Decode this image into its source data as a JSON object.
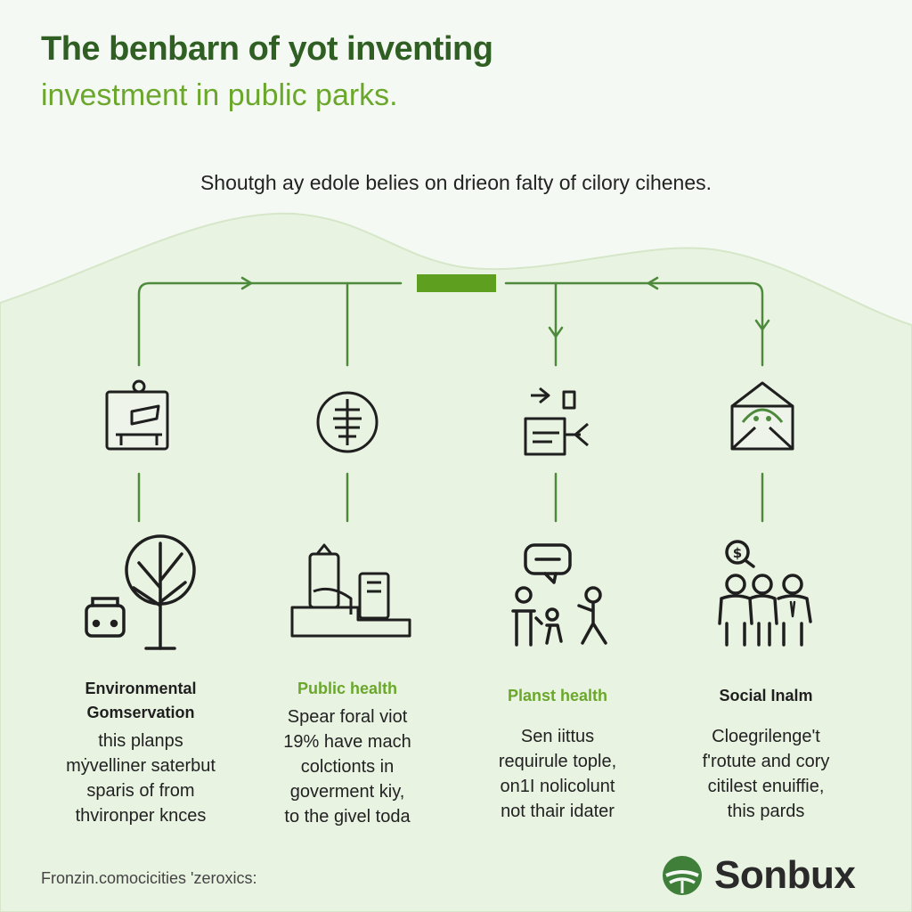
{
  "header": {
    "title": "The benbarn of yot inventing",
    "subtitle": "investment in public parks.",
    "lead": "Shoutgh ay edole belies on drieon falty of cilory cihenes."
  },
  "colors": {
    "title": "#2f5f22",
    "accent": "#6aa72b",
    "line": "#4d8a3c",
    "icon": "#1f1f1f",
    "hill": "#e6f1de"
  },
  "columns": [
    {
      "title": [
        "Environmental",
        "Gomservation"
      ],
      "title_color": "#1f1f1f",
      "body": [
        "this planps",
        "mẏvelliner saterbut",
        "sparis of from",
        "thvironper knces"
      ],
      "icon_top": "bench-board-icon",
      "icon_bottom": "tree-icon"
    },
    {
      "title": [
        "Public health"
      ],
      "title_color": "#6aa72b",
      "body": [
        "Spear foral viot",
        "19% have mach",
        "colctionts in",
        "goverment kiy,",
        "to the givel toda"
      ],
      "icon_top": "circle-tree-icon",
      "icon_bottom": "buildings-icon"
    },
    {
      "title": [
        "Planst health"
      ],
      "title_color": "#6aa72b",
      "body": [
        "Sen iittus",
        "requirule tople,",
        "on1I nolicolunt",
        "not thair idater"
      ],
      "icon_top": "sign-arrows-icon",
      "icon_bottom": "family-chat-icon"
    },
    {
      "title": [
        "Social Inalm"
      ],
      "title_color": "#1f1f1f",
      "body": [
        "Cloegrilenge't",
        "f'rotute and cory",
        "citilest enuiffie,",
        "this pards"
      ],
      "icon_top": "envelope-icon",
      "icon_bottom": "people-money-icon"
    }
  ],
  "footer": {
    "note": "Fronzin.comocicities 'zeroxics:",
    "brand": "Sonbux"
  }
}
